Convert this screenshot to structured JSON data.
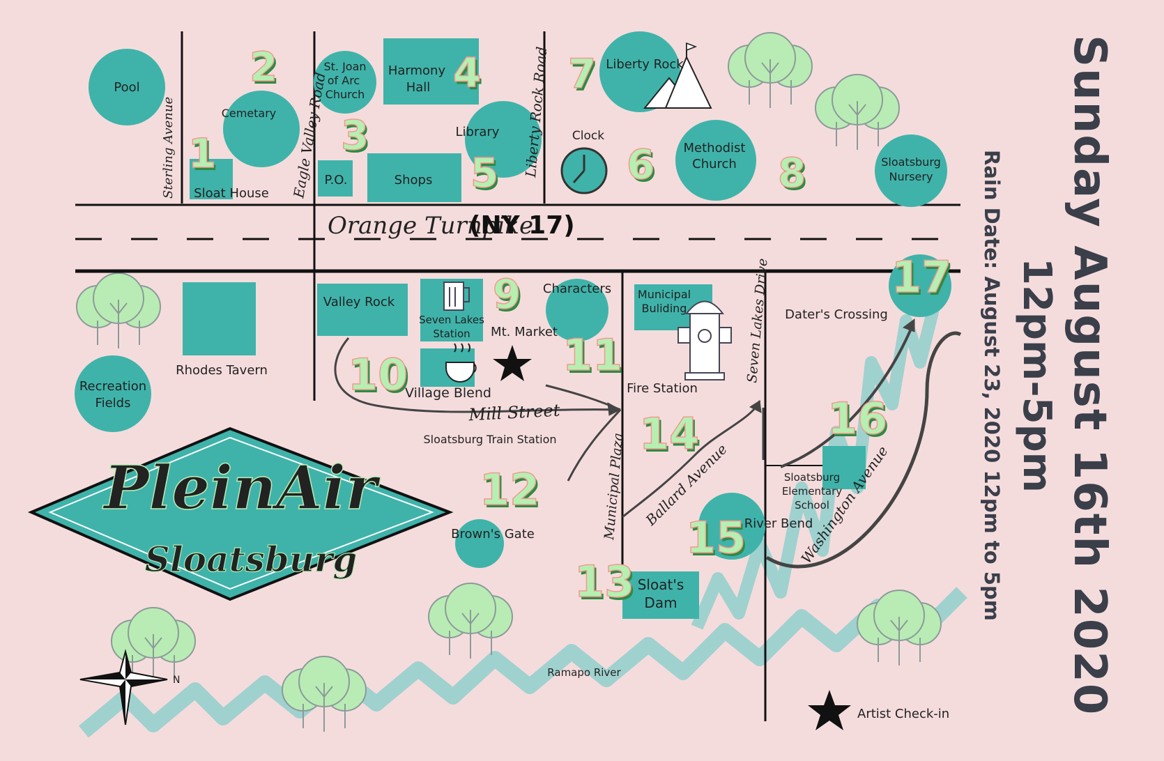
{
  "title": {
    "logo_line1": "PleinAir",
    "logo_line2": "Sloatsburg",
    "date": "Sunday   August   16th   2020",
    "time": "12pm-5pm",
    "rain_date": "Rain Date: August 23, 2020 12pm to 5pm"
  },
  "streets": {
    "orange_turnpike": "Orange Turnpike",
    "ny17": "(NY 17)",
    "sterling_avenue": "Sterling Avenue",
    "eagle_valley_road": "Eagle Valley Road",
    "liberty_rock_road": "Liberty Rock Road",
    "mill_street": "Mill Street",
    "municipal_plaza": "Municipal Plaza",
    "ballard_avenue": "Ballard Avenue",
    "seven_lakes_drive": "Seven Lakes Drive",
    "washington_avenue": "Washington Avenue"
  },
  "places": {
    "pool": "Pool",
    "cemetary": "Cemetary",
    "sloat_house": "Sloat House",
    "st_joan_1": "St. Joan",
    "st_joan_2": "of Arc",
    "st_joan_3": "Church",
    "harmony_1": "Harmony",
    "harmony_2": "Hall",
    "po": "P.O.",
    "shops": "Shops",
    "library": "Library",
    "liberty_rock": "Liberty Rock",
    "clock": "Clock",
    "methodist_1": "Methodist",
    "methodist_2": "Church",
    "nursery_1": "Sloatsburg",
    "nursery_2": "Nursery",
    "valley_rock": "Valley Rock",
    "seven_lakes_1": "Seven Lakes",
    "seven_lakes_2": "Station",
    "characters": "Characters",
    "mt_market": "Mt. Market",
    "municipal_1": "Municipal",
    "municipal_2": "Buliding",
    "daters_crossing": "Dater's Crossing",
    "rhodes_tavern": "Rhodes Tavern",
    "village_blend": "Village Blend",
    "recreation_1": "Recreation",
    "recreation_2": "Fields",
    "fire_station": "Fire Station",
    "train_station": "Sloatsburg Train Station",
    "school_1": "Sloatsburg",
    "school_2": "Elementary",
    "school_3": "School",
    "browns_gate": "Brown's Gate",
    "river_bend": "River Bend",
    "sloats_dam_1": "Sloat's",
    "sloats_dam_2": "Dam",
    "ramapo_river": "Ramapo River"
  },
  "numbers": [
    "1",
    "2",
    "3",
    "4",
    "5",
    "6",
    "7",
    "8",
    "9",
    "10",
    "11",
    "12",
    "13",
    "14",
    "15",
    "16",
    "17"
  ],
  "legend": {
    "artist_checkin": "Artist Check-in",
    "north": "N"
  },
  "colors": {
    "background": "#f5dcdc",
    "teal": "#3fb3aa",
    "number_fill": "#b5f0b2",
    "number_top": "#f19a90",
    "number_side": "#2f8a43",
    "tree": "#b9ecb4",
    "river": "#8fcfcd",
    "text_dark": "#3a3f4a"
  },
  "icons": [
    "pool-marker",
    "clock-icon",
    "mountain-icon",
    "beer-mug-icon",
    "coffee-cup-icon",
    "fire-hydrant-icon",
    "star-icon",
    "compass-rose-icon",
    "tree-icon"
  ]
}
